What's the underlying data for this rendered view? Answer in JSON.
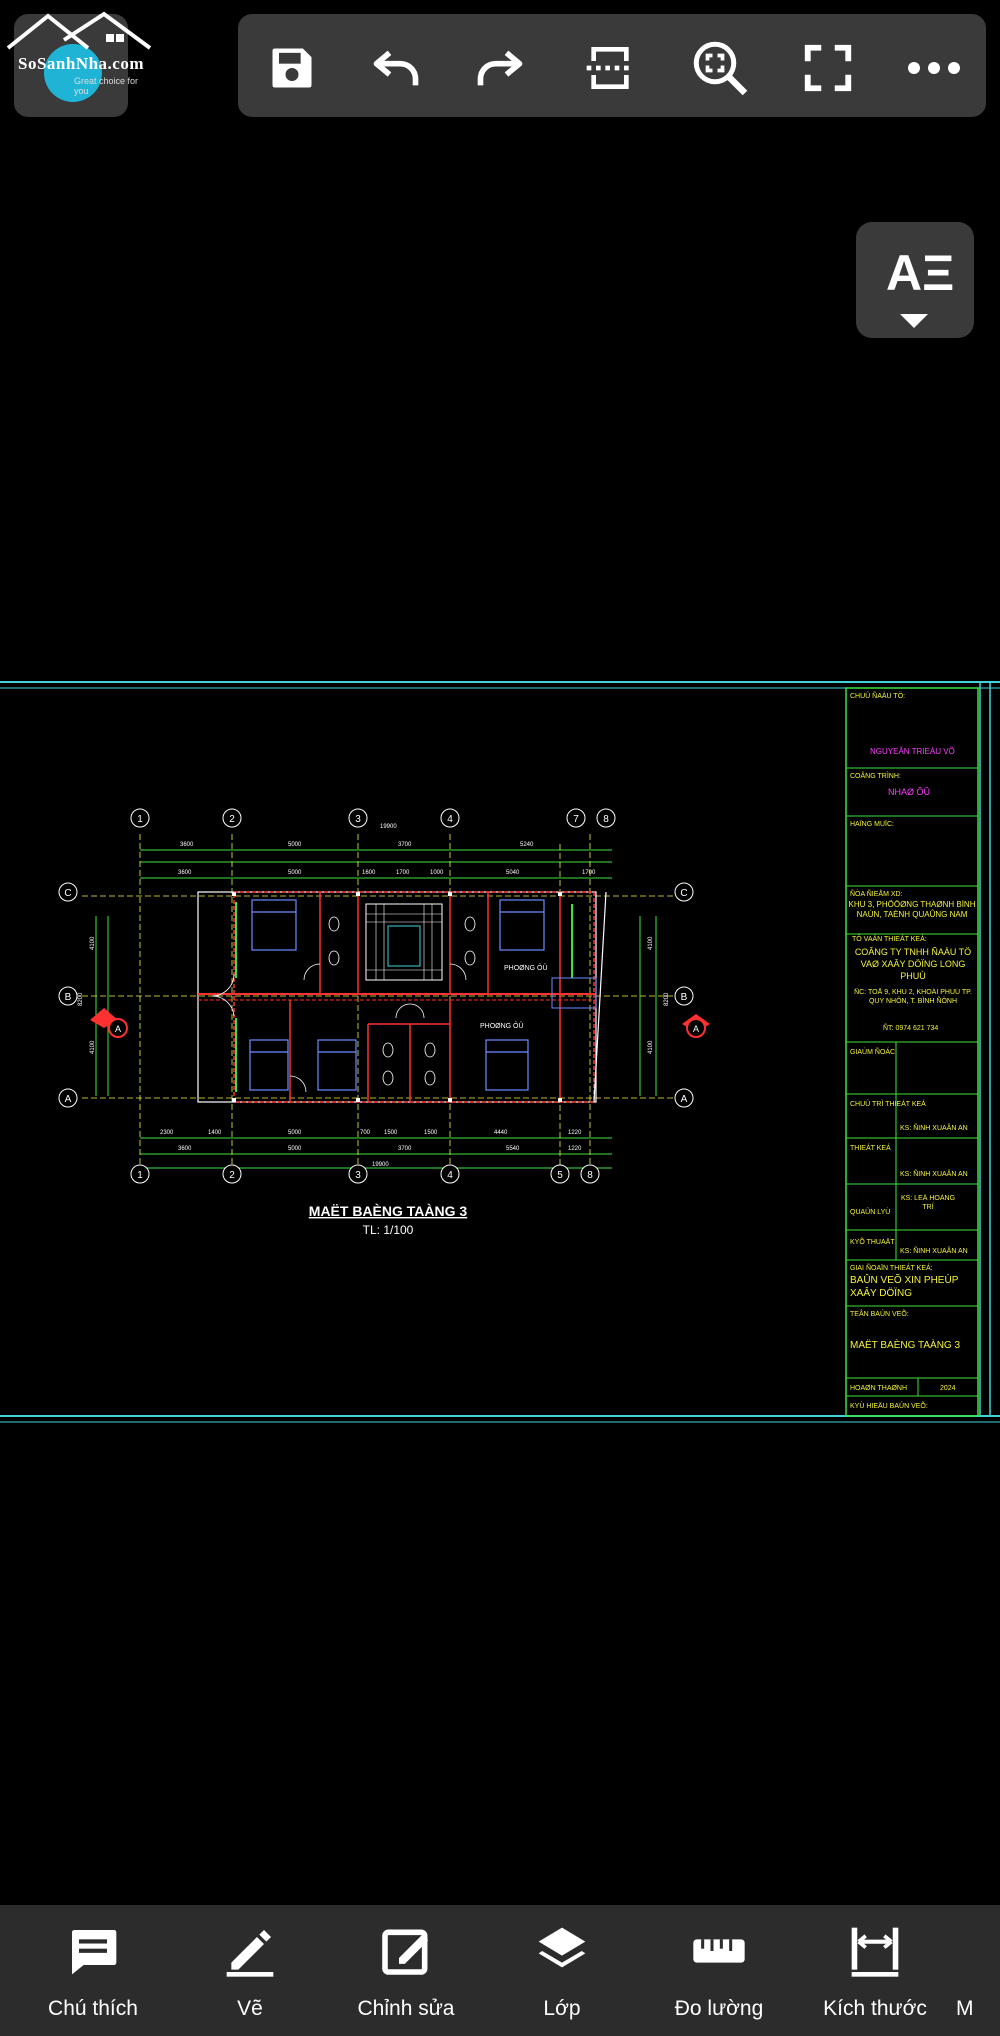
{
  "logo": {
    "name": "SoSanhNha.com",
    "tagline": "Great choice for you"
  },
  "toolbar": {
    "icons": [
      "save-icon",
      "undo-icon",
      "redo-icon",
      "page-split-icon",
      "zoom-fit-icon",
      "fullscreen-icon",
      "more-icon"
    ]
  },
  "font_button": {
    "label": "AΞ"
  },
  "drawing": {
    "title": "MAËT BAÈNG TAÀNG 3",
    "scale": "TL: 1/100",
    "room_label": "PHOØNG ÔÛ",
    "grid_top": [
      "1",
      "2",
      "3",
      "4",
      "7",
      "8"
    ],
    "grid_bottom": [
      "1",
      "2",
      "3",
      "4",
      "5",
      "8"
    ],
    "grid_side": [
      "C",
      "B",
      "A"
    ],
    "section_mark": "A",
    "dims_top_row1": [
      "3600",
      "5000",
      "3700",
      "5240"
    ],
    "dims_top_total": "19900",
    "dims_top_row2": [
      "3600",
      "5000",
      "1600",
      "1700",
      "1000",
      "5040",
      "1700"
    ],
    "dims_bottom_row1": [
      "2300",
      "1400",
      "5000",
      "700",
      "1500",
      "1500",
      "4440",
      "1220"
    ],
    "dims_bottom_row2": [
      "3600",
      "5000",
      "3700",
      "5540",
      "1220"
    ],
    "dims_bottom_total": "19900",
    "dims_left": [
      "4100",
      "8200",
      "4100"
    ],
    "dims_right": [
      "8200",
      "4100",
      "4100"
    ]
  },
  "title_block": {
    "owner_label": "CHUÛ ÑAÀU TÖ:",
    "owner_name": "NGUYEÃN TRIEÀU VÕ",
    "project_label": "COÂNG TRÌNH:",
    "project_name": "NHAØ ÔÛ",
    "item_label": "HAÏNG MUÏC:",
    "location_label": "ÑÒA ÑIEÅM XD:",
    "location_value": "KHU 3, PHÖÔØNG THAØNH BÌNH NAÙN, TAÈNH QUAÛNG NAM",
    "consultant_label": "TÖ VAÁN THIEÁT KEÁ:",
    "company_name": "COÂNG TY TNHH ÑAÀU TÖ VAØ XAÂY DÖÏNG LONG PHUÙ",
    "address": "ÑC: TOÅ 9, KHU 2, KHOÁI PHUÙ TP. QUY NHÔN, T. BÌNH ÑÒNH",
    "phone": "ÑT: 0974 621 734",
    "director_label": "GIAÙM ÑOÁC",
    "chief_label": "CHUÛ TRÌ THIEÁT KEÁ",
    "engineer_name": "KS: ÑINH XUAÂN AN",
    "design_label": "THIEÁT KEÁ",
    "manager_label": "QUAÛN LYÙ",
    "manager_name": "KS: LEÂ HOÀNG TRÍ",
    "tech_label": "KYÕ THUAÄT",
    "stage_label": "GIAI ÑOAÏN THIEÁT KEÁ:",
    "stage_value": "BAÛN VEÕ XIN PHEÙP XAÂY DÖÏNG",
    "sheet_label": "TEÂN BAÛN VEÕ:",
    "sheet_value": "MAËT BAÈNG TAÀNG 3",
    "completed_label": "HOAØN THAØNH",
    "year": "2024",
    "symbol_label": "KYÙ HIEÄU BAÛN VEÕ:"
  },
  "bottom_bar": {
    "items": [
      {
        "label": "Chú thích",
        "icon": "comment-icon"
      },
      {
        "label": "Vẽ",
        "icon": "pen-icon"
      },
      {
        "label": "Chỉnh sửa",
        "icon": "edit-icon"
      },
      {
        "label": "Lớp",
        "icon": "layers-icon"
      },
      {
        "label": "Đo lường",
        "icon": "ruler-icon"
      },
      {
        "label": "Kích thước",
        "icon": "dimension-icon"
      },
      {
        "label": "M",
        "icon": "more-tools-icon"
      }
    ]
  },
  "colors": {
    "background": "#000000",
    "toolbar": "#3a3a3a",
    "bottom_bar": "#2c2c2c",
    "cad_cyan": "#3fd2d8",
    "cad_green": "#3ce33c",
    "cad_yellow": "#f4f43a",
    "cad_magenta": "#ff3cff",
    "cad_red": "#ff3030"
  }
}
